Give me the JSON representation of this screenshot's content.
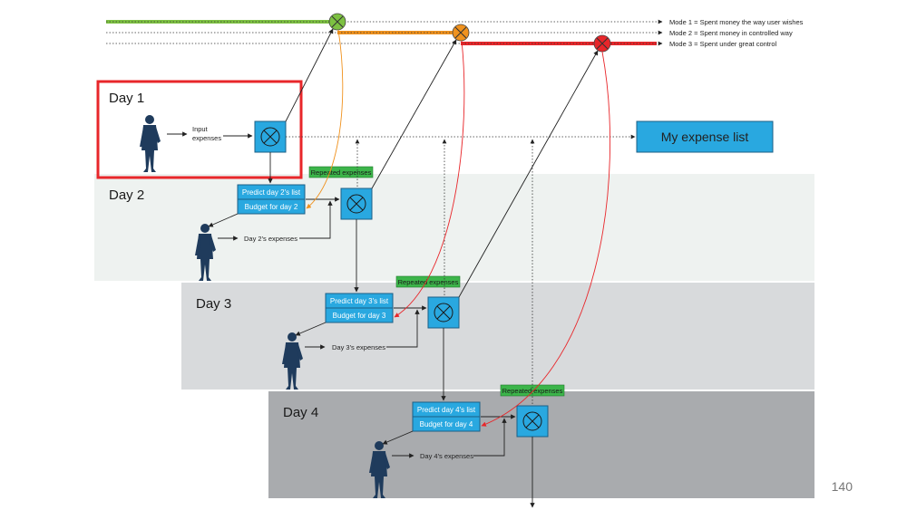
{
  "modes": [
    {
      "label": "Mode 1 = Spent money the way user wishes",
      "color": "#7dc142"
    },
    {
      "label": "Mode 2 = Spent money in controlled way",
      "color": "#f0921e"
    },
    {
      "label": "Mode 3 = Spent under great control",
      "color": "#e8262a"
    }
  ],
  "days": [
    {
      "label": "Day 1",
      "input_label_1": "Input",
      "input_label_2": "expenses"
    },
    {
      "label": "Day 2",
      "predict": "Predict day 2's list",
      "budget": "Budget for day 2",
      "expenses": "Day 2's expenses",
      "repeated": "Repeated expenses"
    },
    {
      "label": "Day 3",
      "predict": "Predict day 3's list",
      "budget": "Budget for day 3",
      "expenses": "Day 3's expenses",
      "repeated": "Repeated expenses"
    },
    {
      "label": "Day 4",
      "predict": "Predict day 4's list",
      "budget": "Budget for day 4",
      "expenses": "Day 4's expenses",
      "repeated": "Repeated expenses"
    }
  ],
  "expense_list": "My expense list",
  "page_number": "140",
  "colors": {
    "box_blue": "#29a8e0",
    "band_day2": "#eef2f0",
    "band_day3": "#d8dadc",
    "band_day4": "#a9abae",
    "highlight": "#e8262a",
    "repeated_green": "#3cb54a"
  }
}
